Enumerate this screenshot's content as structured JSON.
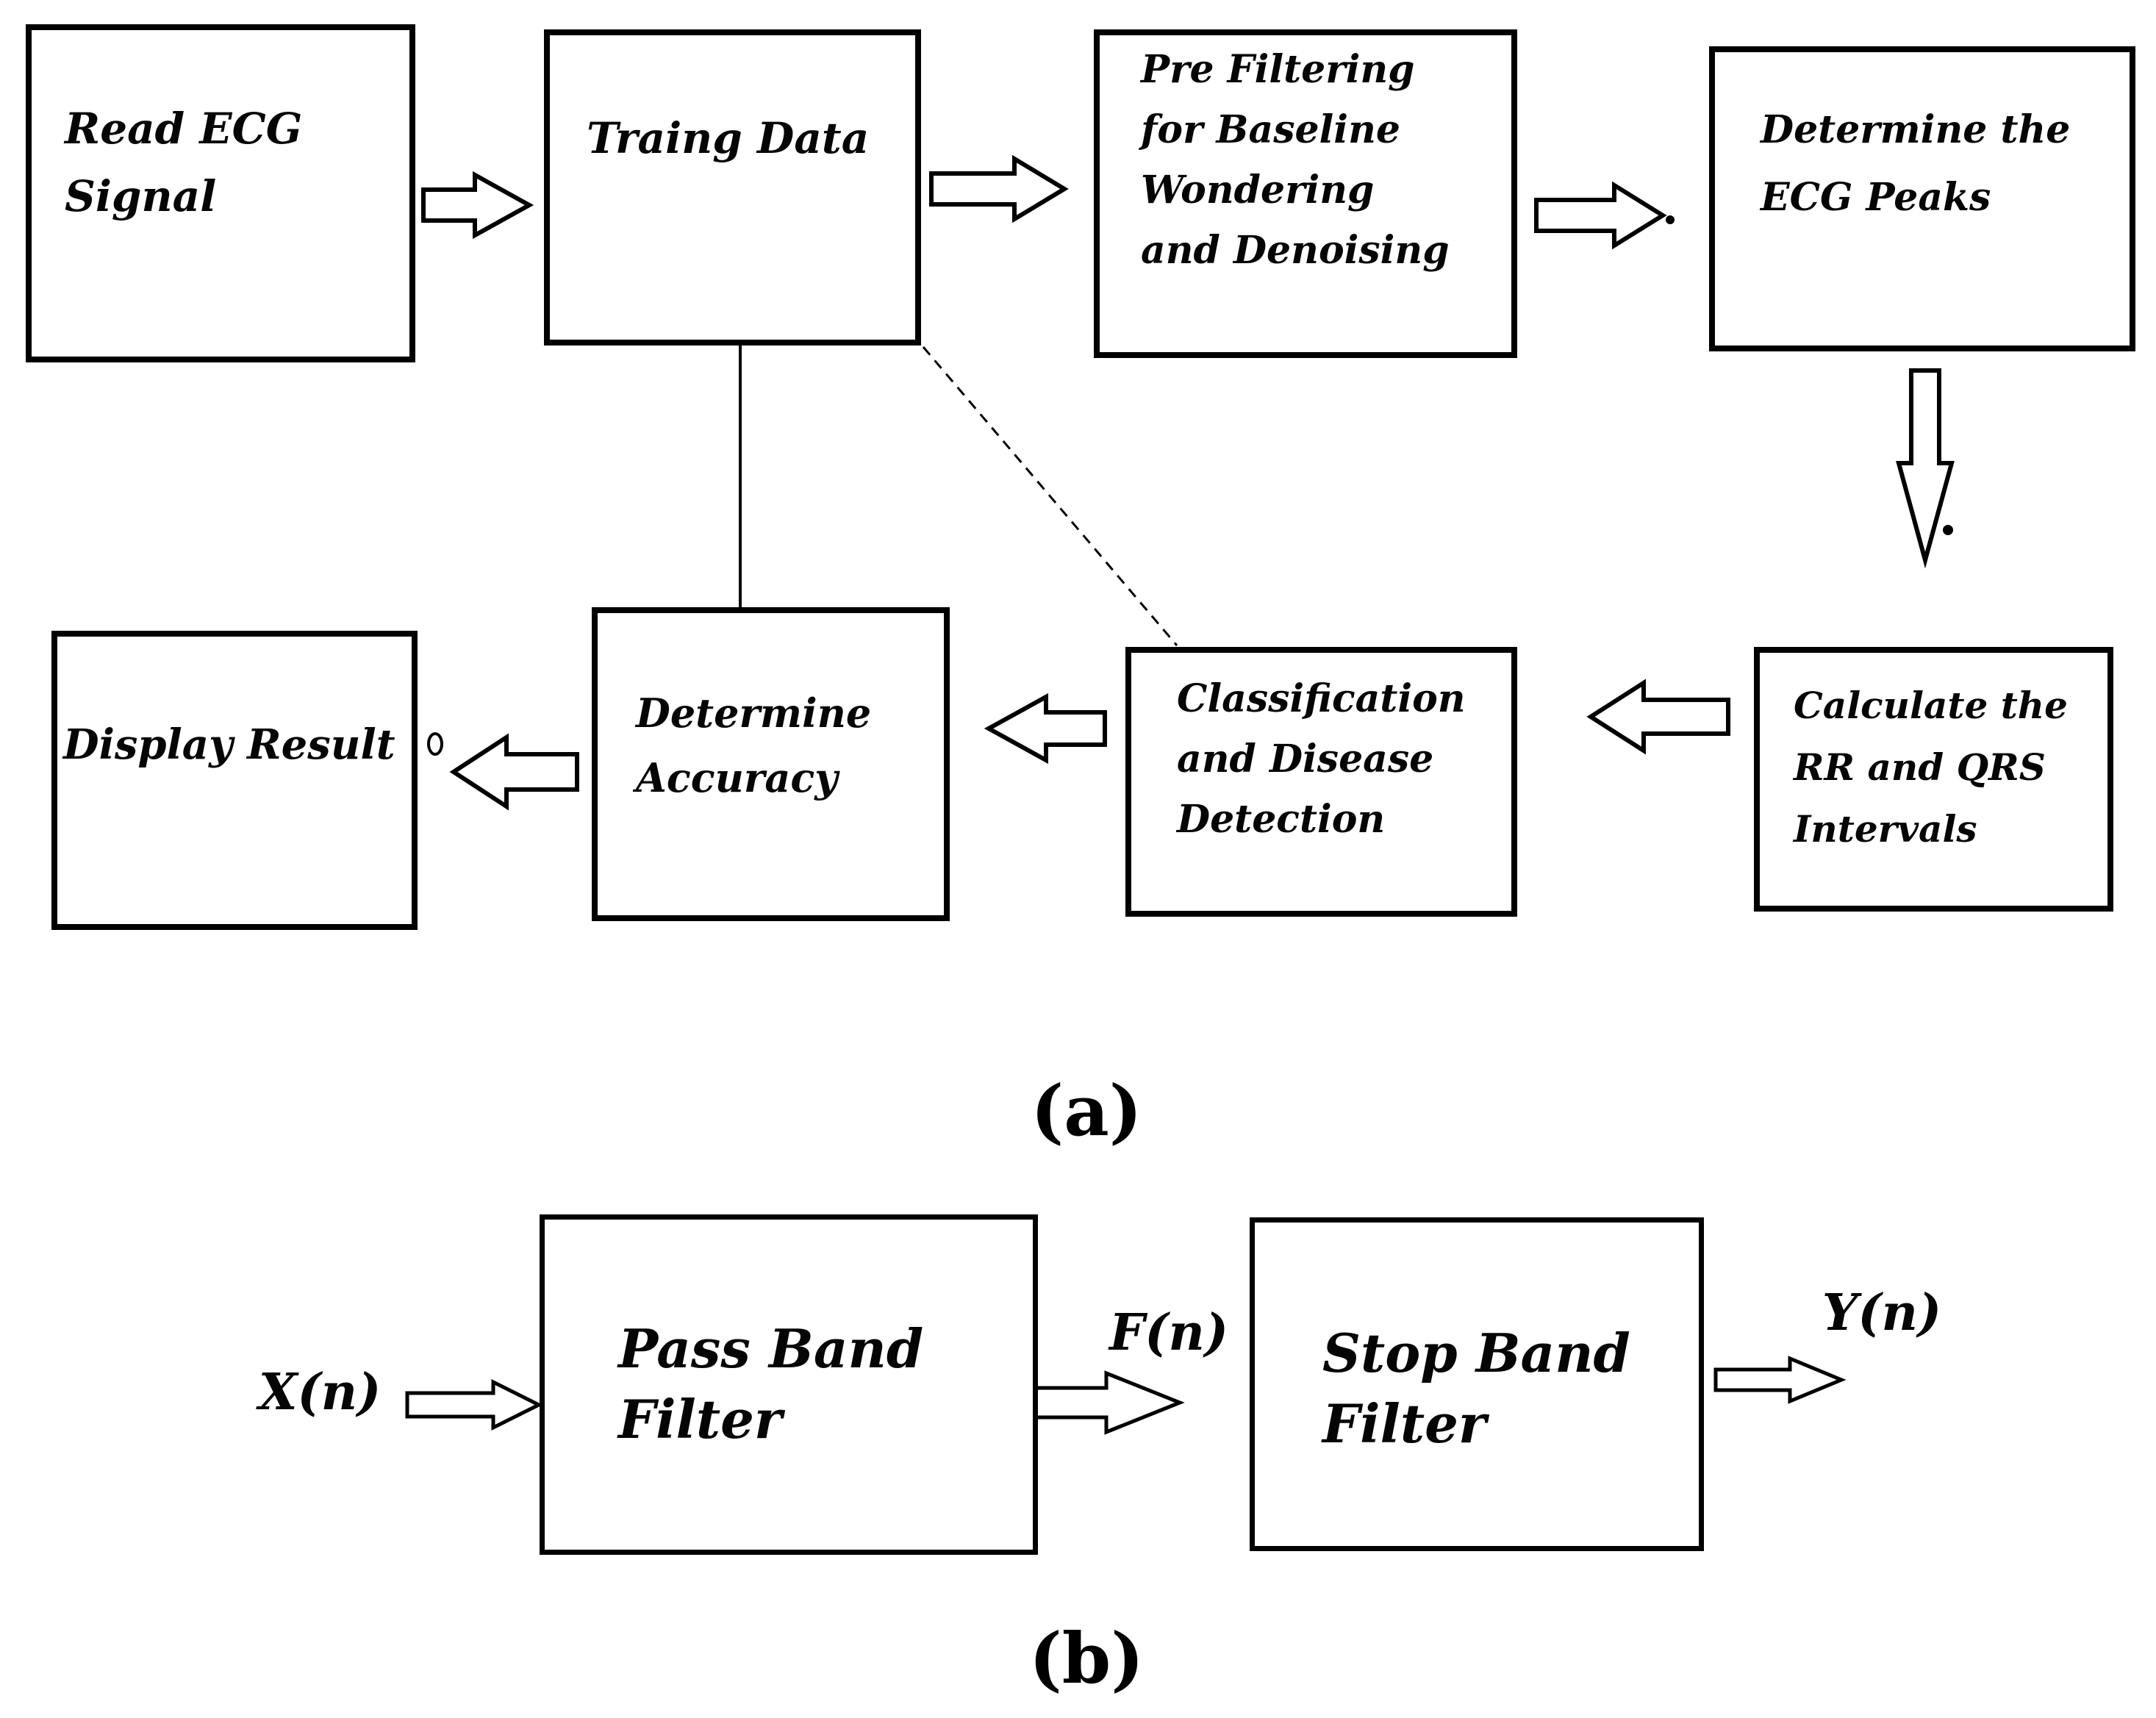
{
  "figure": {
    "background_color": "#ffffff",
    "line_color": "#000000"
  },
  "diagram_a": {
    "caption": "(a)",
    "boxes": {
      "read_ecg": "Read ECG\nSignal",
      "traing_data": "Traing Data",
      "pre_filtering": "Pre Filtering\nfor Baseline\nWondering\nand Denoising",
      "determine_peaks": "Determine the\nECG Peaks",
      "calculate_rr": "Calculate the\nRR and QRS\nIntervals",
      "classification": "Classification\nand Disease\nDetection",
      "determine_accuracy": "Determine\nAccuracy",
      "display_result": "Display Result"
    }
  },
  "diagram_b": {
    "caption": "(b)",
    "input_label": "X(n)",
    "mid_label": "F(n)",
    "output_label": "Y(n)",
    "boxes": {
      "pass_band": "Pass Band\nFilter",
      "stop_band": "Stop Band\nFilter"
    }
  }
}
